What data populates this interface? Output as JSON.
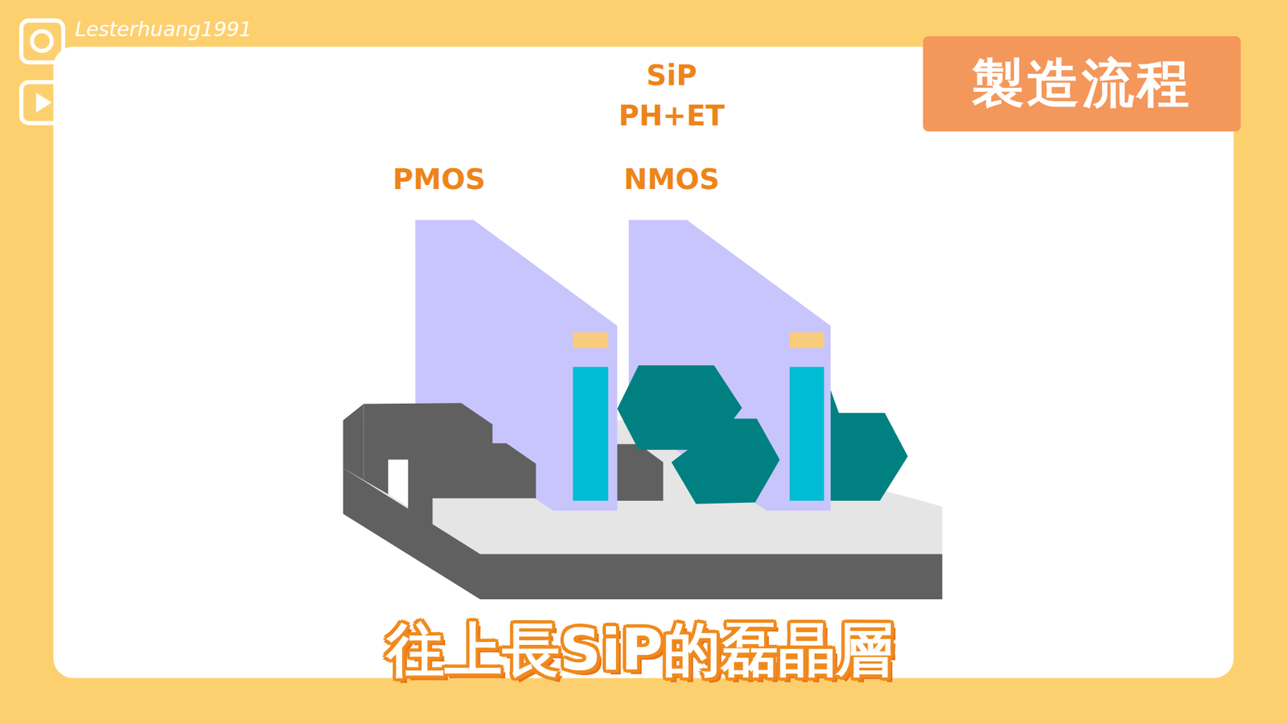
{
  "diagram": {
    "nodes": [
      {
        "text": [
          "製造流程"
        ]
      }
    ],
    "labels": [
      "Lesterhuang1991",
      "SiP",
      "PH+ET",
      "PMOS",
      "NMOS"
    ],
    "caption": "往上長SiP的磊晶層"
  }
}
